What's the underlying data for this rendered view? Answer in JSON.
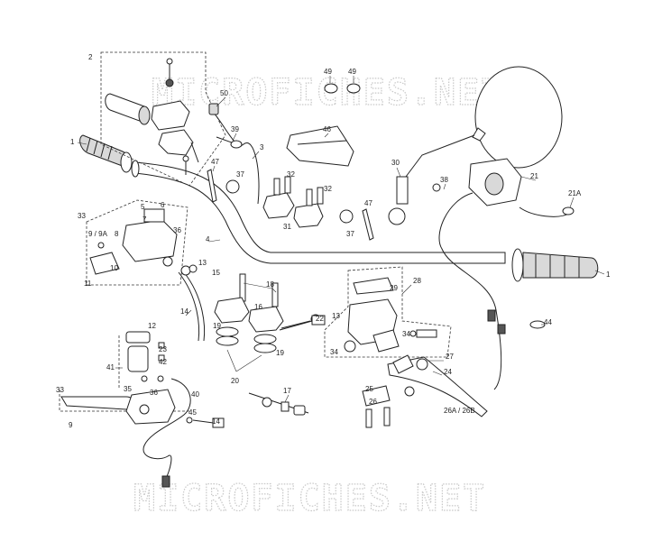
{
  "watermark": {
    "text": "MICROFICHES.NET"
  },
  "callouts": [
    {
      "id": "c-2",
      "label": "2"
    },
    {
      "id": "c-1-left",
      "label": "1"
    },
    {
      "id": "c-50",
      "label": "50"
    },
    {
      "id": "c-39",
      "label": "39"
    },
    {
      "id": "c-3",
      "label": "3"
    },
    {
      "id": "c-47-left",
      "label": "47"
    },
    {
      "id": "c-37-left",
      "label": "37"
    },
    {
      "id": "c-49a",
      "label": "49"
    },
    {
      "id": "c-49b",
      "label": "49"
    },
    {
      "id": "c-46",
      "label": "46"
    },
    {
      "id": "c-32a",
      "label": "32"
    },
    {
      "id": "c-32b",
      "label": "32"
    },
    {
      "id": "c-31",
      "label": "31"
    },
    {
      "id": "c-47-right",
      "label": "47"
    },
    {
      "id": "c-37-right",
      "label": "37"
    },
    {
      "id": "c-30",
      "label": "30"
    },
    {
      "id": "c-38",
      "label": "38"
    },
    {
      "id": "c-21",
      "label": "21"
    },
    {
      "id": "c-21A",
      "label": "21A"
    },
    {
      "id": "c-1-right",
      "label": "1"
    },
    {
      "id": "c-33-top",
      "label": "33"
    },
    {
      "id": "c-5",
      "label": "5"
    },
    {
      "id": "c-6",
      "label": "6"
    },
    {
      "id": "c-7",
      "label": "7"
    },
    {
      "id": "c-9-9A",
      "label": "9 / 9A"
    },
    {
      "id": "c-8",
      "label": "8"
    },
    {
      "id": "c-36-top",
      "label": "36"
    },
    {
      "id": "c-10",
      "label": "10"
    },
    {
      "id": "c-11",
      "label": "11"
    },
    {
      "id": "c-4",
      "label": "4"
    },
    {
      "id": "c-13-left",
      "label": "13"
    },
    {
      "id": "c-15",
      "label": "15"
    },
    {
      "id": "c-14-top",
      "label": "14"
    },
    {
      "id": "c-18",
      "label": "18"
    },
    {
      "id": "c-16",
      "label": "16"
    },
    {
      "id": "c-19a",
      "label": "19"
    },
    {
      "id": "c-19b",
      "label": "19"
    },
    {
      "id": "c-20",
      "label": "20"
    },
    {
      "id": "c-22",
      "label": "22"
    },
    {
      "id": "c-13-right",
      "label": "13"
    },
    {
      "id": "c-28",
      "label": "28"
    },
    {
      "id": "c-29",
      "label": "29"
    },
    {
      "id": "c-34a",
      "label": "34"
    },
    {
      "id": "c-34b",
      "label": "34"
    },
    {
      "id": "c-44",
      "label": "44"
    },
    {
      "id": "c-27",
      "label": "27"
    },
    {
      "id": "c-24",
      "label": "24"
    },
    {
      "id": "c-12",
      "label": "12"
    },
    {
      "id": "c-23",
      "label": "23"
    },
    {
      "id": "c-42",
      "label": "42"
    },
    {
      "id": "c-41",
      "label": "41"
    },
    {
      "id": "c-35",
      "label": "35"
    },
    {
      "id": "c-36-bot",
      "label": "36"
    },
    {
      "id": "c-40",
      "label": "40"
    },
    {
      "id": "c-33-bot",
      "label": "33"
    },
    {
      "id": "c-9",
      "label": "9"
    },
    {
      "id": "c-45",
      "label": "45"
    },
    {
      "id": "c-14-bot",
      "label": "14"
    },
    {
      "id": "c-17",
      "label": "17"
    },
    {
      "id": "c-25",
      "label": "25"
    },
    {
      "id": "c-26",
      "label": "26"
    },
    {
      "id": "c-26A-26B",
      "label": "26A / 26B"
    }
  ]
}
